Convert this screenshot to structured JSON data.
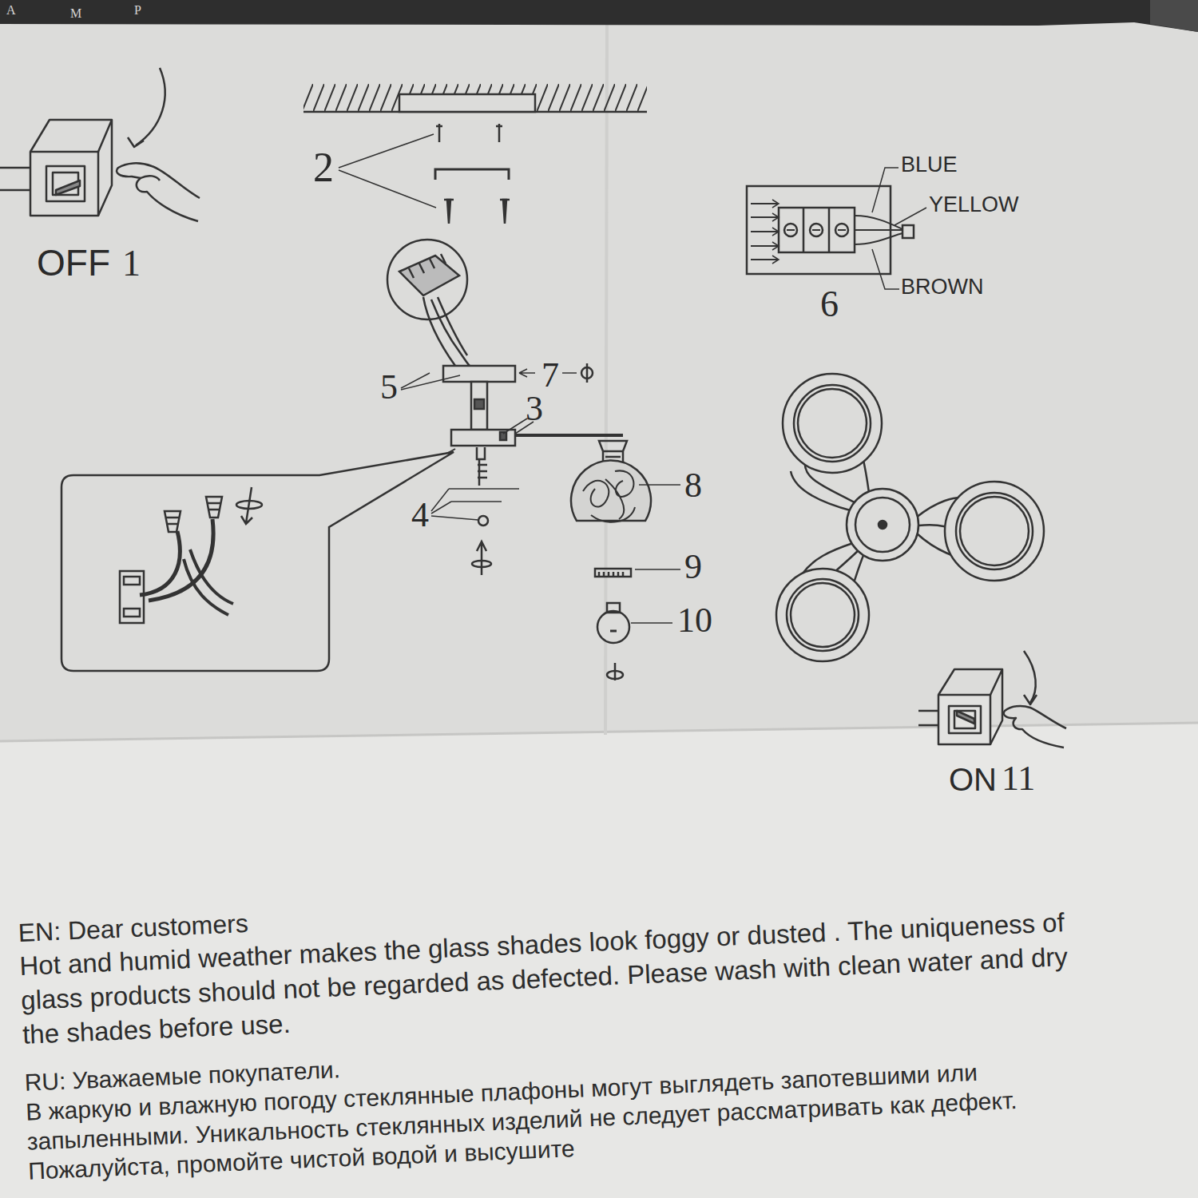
{
  "diagram": {
    "labels": [
      "A",
      "M",
      "P",
      "OFF",
      "1",
      "2",
      "BLUE",
      "YELLOW",
      "BROWN",
      "6",
      "5",
      "7",
      "3",
      "8",
      "9",
      "4",
      "10",
      "ON",
      "11",
      "EN: Dear customers",
      "Hot and humid weather makes the glass shades look foggy or dusted . The uniqueness of glass products should not be regarded as defected. Please wash with clean water and dry the shades before use.",
      "RU: Уважаемые покупатели.",
      "В жаркую и влажную погоду стеклянные плафоны могут выглядеть запотевшими или запыленными. Уникальность стеклянных изделий не следует рассматривать как дефект. Пожалуйста, промойте чистой водой и высушите"
    ]
  }
}
